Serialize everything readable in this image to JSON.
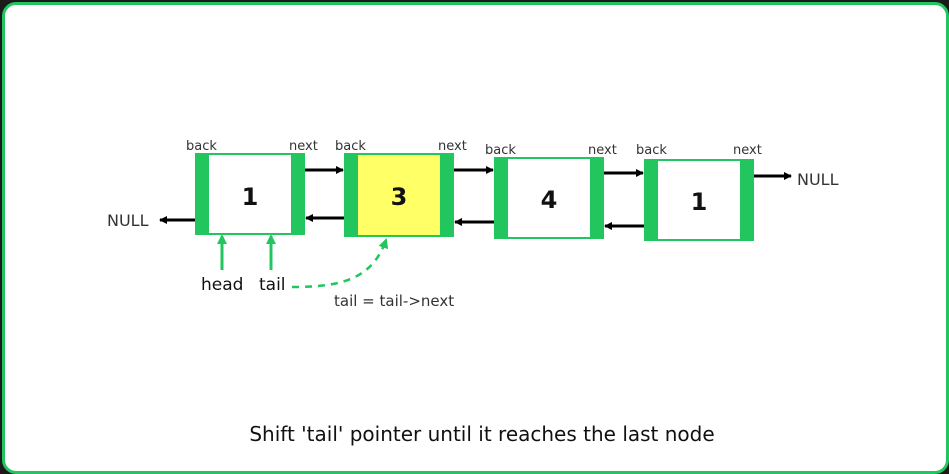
{
  "colors": {
    "green": "#22c55e",
    "highlight": "#ffff66",
    "node_fill": "#ffffff",
    "arrow": "#000000"
  },
  "left_null": "NULL",
  "right_null": "NULL",
  "nodes": [
    {
      "value": "1",
      "back": "back",
      "next": "next",
      "highlighted": false
    },
    {
      "value": "3",
      "back": "back",
      "next": "next",
      "highlighted": true
    },
    {
      "value": "4",
      "back": "back",
      "next": "next",
      "highlighted": false
    },
    {
      "value": "1",
      "back": "back",
      "next": "next",
      "highlighted": false
    }
  ],
  "pointers": {
    "head": "head",
    "tail": "tail"
  },
  "operation": "tail = tail->next",
  "caption": "Shift 'tail' pointer until it reaches the last node"
}
